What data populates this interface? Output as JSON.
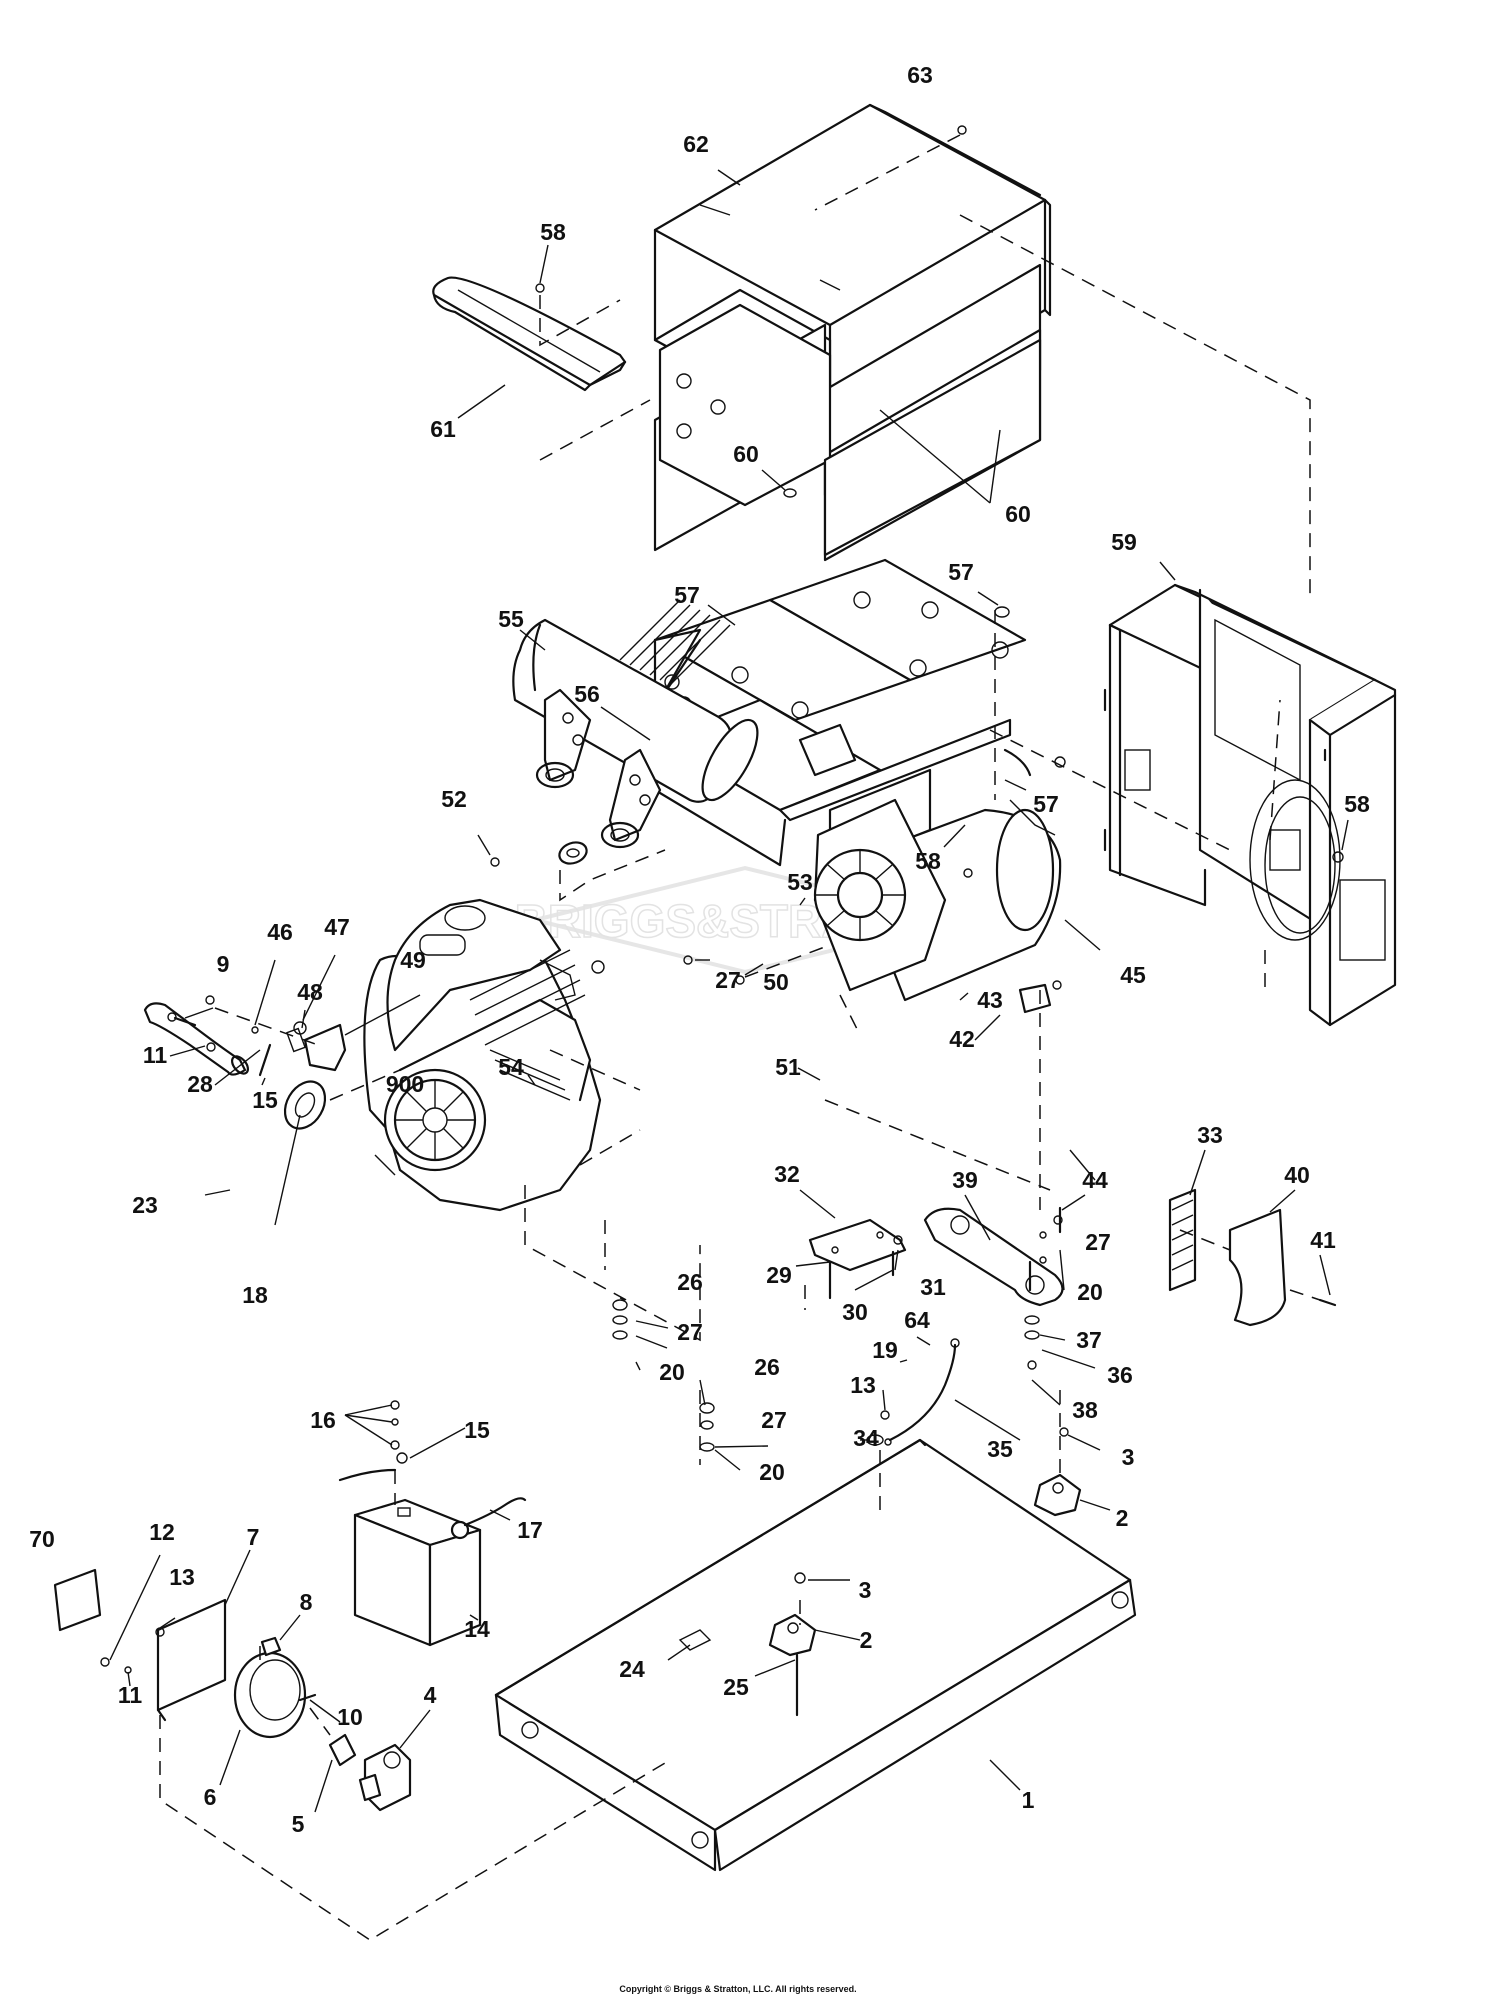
{
  "watermark": "BRIGGS&STRATTON",
  "copyright": "Copyright © Briggs & Stratton, LLC. All rights reserved.",
  "callouts": [
    {
      "id": "c63",
      "text": "63"
    },
    {
      "id": "c62",
      "text": "62"
    },
    {
      "id": "c58a",
      "text": "58"
    },
    {
      "id": "c61",
      "text": "61"
    },
    {
      "id": "c60a",
      "text": "60"
    },
    {
      "id": "c60b",
      "text": "60"
    },
    {
      "id": "c59",
      "text": "59"
    },
    {
      "id": "c57a",
      "text": "57"
    },
    {
      "id": "c57b",
      "text": "57"
    },
    {
      "id": "c56",
      "text": "56"
    },
    {
      "id": "c57c",
      "text": "57"
    },
    {
      "id": "c55",
      "text": "55"
    },
    {
      "id": "c52",
      "text": "52"
    },
    {
      "id": "c58b",
      "text": "58"
    },
    {
      "id": "c58c",
      "text": "58"
    },
    {
      "id": "c53",
      "text": "53"
    },
    {
      "id": "c45",
      "text": "45"
    },
    {
      "id": "c9",
      "text": "9"
    },
    {
      "id": "c46",
      "text": "46"
    },
    {
      "id": "c47",
      "text": "47"
    },
    {
      "id": "c49",
      "text": "49"
    },
    {
      "id": "c48",
      "text": "48"
    },
    {
      "id": "c50",
      "text": "50"
    },
    {
      "id": "c43",
      "text": "43"
    },
    {
      "id": "c54",
      "text": "54"
    },
    {
      "id": "c27a",
      "text": "27"
    },
    {
      "id": "c42",
      "text": "42"
    },
    {
      "id": "c11a",
      "text": "11"
    },
    {
      "id": "c28",
      "text": "28"
    },
    {
      "id": "c51",
      "text": "51"
    },
    {
      "id": "c15a",
      "text": "15"
    },
    {
      "id": "c900",
      "text": "900"
    },
    {
      "id": "c33",
      "text": "33"
    },
    {
      "id": "c40",
      "text": "40"
    },
    {
      "id": "c32",
      "text": "32"
    },
    {
      "id": "c44",
      "text": "44"
    },
    {
      "id": "c39",
      "text": "39"
    },
    {
      "id": "c41",
      "text": "41"
    },
    {
      "id": "c23",
      "text": "23"
    },
    {
      "id": "c27b",
      "text": "27"
    },
    {
      "id": "c29",
      "text": "29"
    },
    {
      "id": "c31",
      "text": "31"
    },
    {
      "id": "c20a",
      "text": "20"
    },
    {
      "id": "c18",
      "text": "18"
    },
    {
      "id": "c26a",
      "text": "26"
    },
    {
      "id": "c30",
      "text": "30"
    },
    {
      "id": "c27c",
      "text": "27"
    },
    {
      "id": "c64",
      "text": "64"
    },
    {
      "id": "c37",
      "text": "37"
    },
    {
      "id": "c20b",
      "text": "20"
    },
    {
      "id": "c19",
      "text": "19"
    },
    {
      "id": "c36",
      "text": "36"
    },
    {
      "id": "c26b",
      "text": "26"
    },
    {
      "id": "c13a",
      "text": "13"
    },
    {
      "id": "c38",
      "text": "38"
    },
    {
      "id": "c16",
      "text": "16"
    },
    {
      "id": "c15b",
      "text": "15"
    },
    {
      "id": "c27d",
      "text": "27"
    },
    {
      "id": "c34",
      "text": "34"
    },
    {
      "id": "c35",
      "text": "35"
    },
    {
      "id": "c3a",
      "text": "3"
    },
    {
      "id": "c20c",
      "text": "20"
    },
    {
      "id": "c2a",
      "text": "2"
    },
    {
      "id": "c17",
      "text": "17"
    },
    {
      "id": "c70",
      "text": "70"
    },
    {
      "id": "c12",
      "text": "12"
    },
    {
      "id": "c7",
      "text": "7"
    },
    {
      "id": "c13b",
      "text": "13"
    },
    {
      "id": "c8",
      "text": "8"
    },
    {
      "id": "c3b",
      "text": "3"
    },
    {
      "id": "c14",
      "text": "14"
    },
    {
      "id": "c11b",
      "text": "11"
    },
    {
      "id": "c24",
      "text": "24"
    },
    {
      "id": "c2b",
      "text": "2"
    },
    {
      "id": "c25",
      "text": "25"
    },
    {
      "id": "c10",
      "text": "10"
    },
    {
      "id": "c4",
      "text": "4"
    },
    {
      "id": "c1",
      "text": "1"
    },
    {
      "id": "c6",
      "text": "6"
    },
    {
      "id": "c5",
      "text": "5"
    }
  ]
}
